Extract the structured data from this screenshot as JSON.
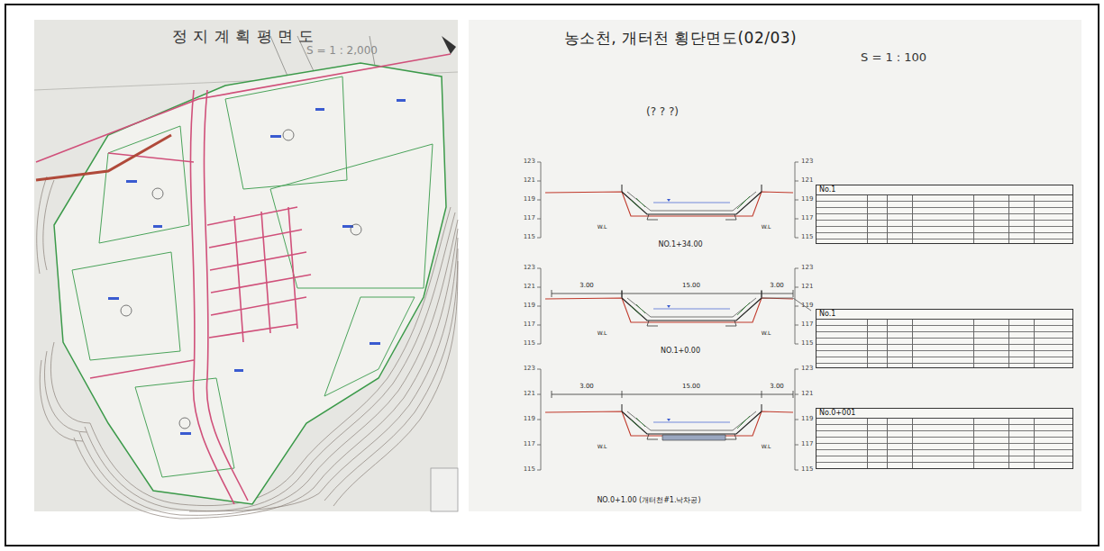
{
  "diagram": {
    "nodes": [
      {
        "text": [
          "No.1"
        ]
      },
      {
        "text": [
          "No.1"
        ]
      },
      {
        "text": [
          "No.0+001"
        ]
      }
    ],
    "labels": [
      "정 지 계 획 평 면 도",
      "S = 1 : 2,000",
      "농소천, 개터천 횡단면도(02/03)",
      "S = 1 : 100",
      "(? ? ?)",
      "123",
      "121",
      "119",
      "117",
      "115",
      "123",
      "121",
      "119",
      "117",
      "115",
      "123",
      "121",
      "119",
      "117",
      "115",
      "123",
      "121",
      "119",
      "117",
      "115",
      "123",
      "121",
      "119",
      "117",
      "115",
      "123",
      "121",
      "119",
      "117",
      "115",
      "NO.1+34.00",
      "NO.1+0.00",
      "NO.0+1.00 (개터천#1.낙차공)",
      "3.00",
      "15.00",
      "3.00",
      "3.00",
      "15.00",
      "3.00",
      "W.L",
      "W.L",
      "W.L",
      "W.L",
      "W.L",
      "W.L"
    ]
  }
}
